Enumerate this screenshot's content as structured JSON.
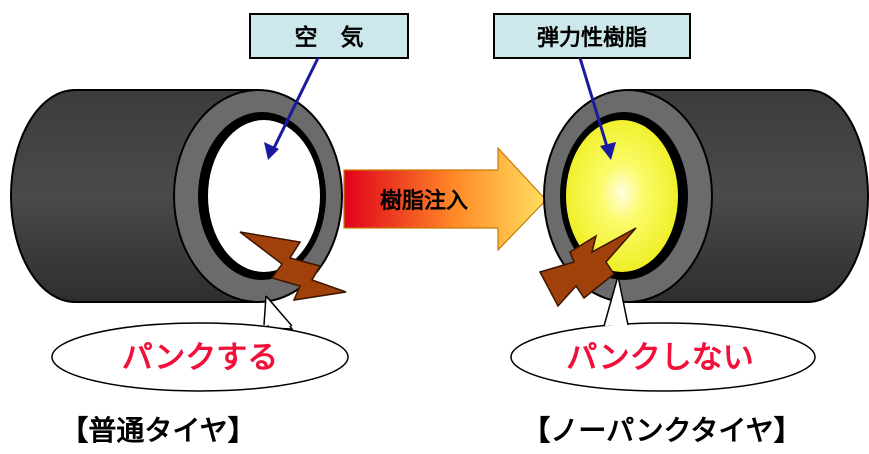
{
  "labels": {
    "left_box": "空　気",
    "right_box": "弾力性樹脂",
    "arrow": "樹脂注入",
    "left_bubble": "パンクする",
    "right_bubble": "パンクしない",
    "left_caption": "【普通タイヤ】",
    "right_caption": "【ノーパンクタイヤ】"
  },
  "colors": {
    "tire_body": "#3a3a3a",
    "tire_rim": "#6e6e6e",
    "label_box_fill": "#cce8ea",
    "resin_fill": "#f6f62a",
    "arrow_start": "#e0001a",
    "arrow_end": "#ffe060",
    "puncture_fill": "#a0400a",
    "bubble_text": "#f0103a"
  }
}
